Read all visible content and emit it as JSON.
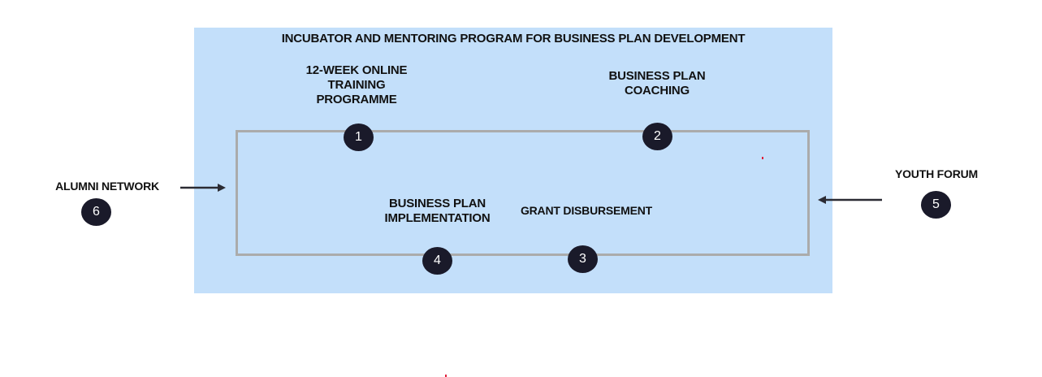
{
  "diagram": {
    "title": "INCUBATOR AND MENTORING PROGRAM FOR BUSINESS PLAN DEVELOPMENT",
    "steps": [
      {
        "number": "1",
        "label": "12-WEEK ONLINE\nTRAINING\nPROGRAMME"
      },
      {
        "number": "2",
        "label": "BUSINESS PLAN\nCOACHING"
      },
      {
        "number": "3",
        "label": "GRANT DISBURSEMENT"
      },
      {
        "number": "4",
        "label": "BUSINESS PLAN\nIMPLEMENTATION"
      },
      {
        "number": "5",
        "label": "YOUTH FORUM"
      },
      {
        "number": "6",
        "label": "ALUMNI NETWORK"
      }
    ]
  },
  "colors": {
    "panel": "#c3dffa",
    "box_border": "#ababab",
    "badge": "#1a1a2a",
    "arrow": "#2b2b33"
  }
}
